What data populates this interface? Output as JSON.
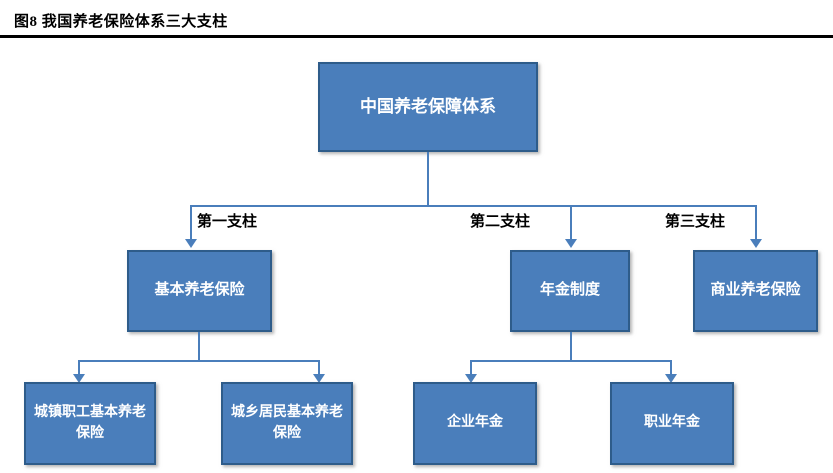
{
  "figure": {
    "title": "图8  我国养老保险体系三大支柱"
  },
  "diagram": {
    "type": "hierarchy-tree",
    "colors": {
      "node_fill": "#4A7EBB",
      "node_border": "#2E5C8A",
      "connector": "#4A7EBB",
      "node_text": "#FFFFFF",
      "label_text": "#000000",
      "rule": "#000000"
    },
    "root": {
      "label": "中国养老保障体系"
    },
    "pillars": [
      {
        "label": "第一支柱"
      },
      {
        "label": "第二支柱"
      },
      {
        "label": "第三支柱"
      }
    ],
    "level2": [
      {
        "label": "基本养老保险",
        "pillar": "第一支柱"
      },
      {
        "label": "年金制度",
        "pillar": "第二支柱"
      },
      {
        "label": "商业养老保险",
        "pillar": "第三支柱"
      }
    ],
    "level3": [
      {
        "label": "城镇职工基本养老保险",
        "parent": "基本养老保险"
      },
      {
        "label": "城乡居民基本养老保险",
        "parent": "基本养老保险"
      },
      {
        "label": "企业年金",
        "parent": "年金制度"
      },
      {
        "label": "职业年金",
        "parent": "年金制度"
      }
    ]
  }
}
